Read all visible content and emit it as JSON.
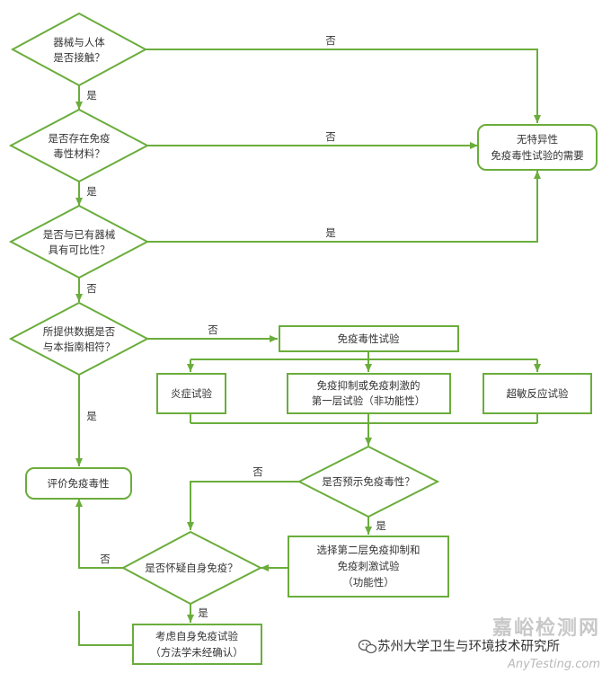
{
  "colors": {
    "stroke": "#6aad3b",
    "text": "#333333",
    "watermark": "#c8c8c8"
  },
  "nodes": {
    "d1": [
      "器械与人体",
      "是否接触？"
    ],
    "d2": [
      "是否存在免疫",
      "毒性材料？"
    ],
    "d3": [
      "是否与已有器械",
      "具有可比性？"
    ],
    "d4": [
      "所提供数据是否",
      "与本指南相符？"
    ],
    "no_need": [
      "无特异性",
      "免疫毒性试验的需要"
    ],
    "immuno_test": [
      "免疫毒性试验"
    ],
    "inflammation": [
      "炎症试验"
    ],
    "first_tier": [
      "免疫抑制或免疫刺激的",
      "第一层试验（非功能性）"
    ],
    "hypersensitivity": [
      "超敏反应试验"
    ],
    "d5": [
      "是否预示免疫毒性？"
    ],
    "second_tier": [
      "选择第二层免疫抑制和",
      "免疫刺激试验",
      "（功能性）"
    ],
    "evaluate": [
      "评价免疫毒性"
    ],
    "d6": [
      "是否怀疑自身免疫？"
    ],
    "autoimmune": [
      "考虑自身免疫试验",
      "（方法学未经确认）"
    ]
  },
  "edges": {
    "yes": "是",
    "no": "否"
  },
  "watermark": {
    "brand": "嘉峪检测网",
    "url": "AnyTesting.com",
    "source": "苏州大学卫生与环境技术研究所",
    "icon": "wechat-icon"
  }
}
